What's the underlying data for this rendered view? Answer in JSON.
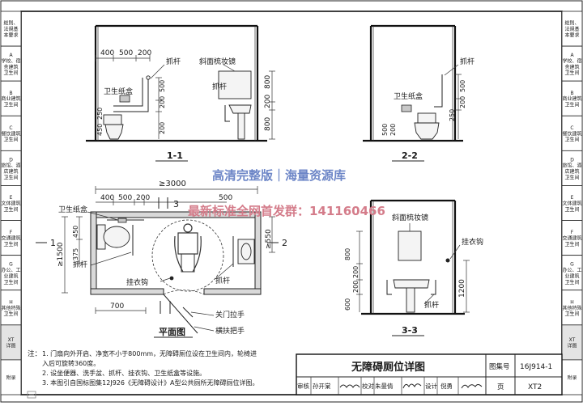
{
  "side_tabs": [
    {
      "lines": [
        "総則、",
        "法規基",
        "本要求"
      ]
    },
    {
      "lines": [
        "A",
        "学校、宿",
        "舎建筑",
        "卫生间"
      ]
    },
    {
      "lines": [
        "B",
        "商业建筑",
        "卫生间"
      ]
    },
    {
      "lines": [
        "C",
        "餐饮建筑",
        "卫生间"
      ]
    },
    {
      "lines": [
        "D",
        "旅馆、酒",
        "店建筑",
        "卫生间"
      ]
    },
    {
      "lines": [
        "E",
        "文体建筑",
        "卫生间"
      ]
    },
    {
      "lines": [
        "F",
        "交通建筑",
        "卫生间"
      ]
    },
    {
      "lines": [
        "G",
        "办公、工",
        "业建筑",
        "卫生间"
      ]
    },
    {
      "lines": [
        "H",
        "其他特殊",
        "卫生间"
      ]
    },
    {
      "lines": [
        "XT",
        "详图"
      ]
    },
    {
      "lines": [
        "附录"
      ]
    }
  ],
  "view_11": {
    "label": "1-1",
    "top_dims": [
      "400",
      "500",
      "200"
    ],
    "right_dims": [
      "800",
      "200",
      "800"
    ],
    "side_dims": [
      "500",
      "200",
      "250",
      "450",
      "200"
    ],
    "labels": {
      "grab_bar": "抓杆",
      "mirror": "斜面梳妆镜",
      "paper_box": "卫生纸盒",
      "grab_bar2": "抓杆"
    }
  },
  "view_22": {
    "label": "2-2",
    "side_dims": [
      "500",
      "250",
      "500",
      "200",
      "200"
    ],
    "labels": {
      "grab_bar": "抓杆",
      "paper_box": "卫生纸盒"
    }
  },
  "plan": {
    "label": "平面图",
    "dim_width": "≥3000",
    "top_dims": [
      "400",
      "500",
      "200",
      "500"
    ],
    "left_dims": [
      "≥1500",
      "450",
      "375"
    ],
    "right_dim": "≥550",
    "bottom_dim": "700",
    "section_marks": {
      "s1": "1",
      "s2": "2",
      "s3": "3"
    },
    "labels": {
      "paper_box": "卫生纸盒",
      "grab_bar_left": "抓杆",
      "hook": "挂衣钩",
      "grab_bar_right": "抓杆",
      "door_pull": "关门拉手",
      "handle": "横扶把手"
    }
  },
  "view_33": {
    "label": "3-3",
    "left_dims": [
      "800",
      "200",
      "600",
      "200"
    ],
    "right_dim": "1200",
    "labels": {
      "mirror": "斜面梳妆镜",
      "hook": "挂衣钩",
      "grab_bar": "抓杆"
    }
  },
  "watermarks": {
    "line1": "高清完整版｜海量资源库",
    "line2": "最新标准全网首发群：141160466"
  },
  "notes": {
    "heading": "注：",
    "items": [
      "1. 门扇向外开启、净宽不小于800mm，无障碍厕位设在卫生间内，轮椅进",
      "    入后可旋转360度。",
      "2. 设坐便器、洗手盆、抓杆、挂衣钩、卫生纸盒等设施。",
      "3. 本图引自国标图集12J926《无障碍设计》A型公共厕所无障碍厕位详图。"
    ]
  },
  "title_block": {
    "title": "无障碍厕位详图",
    "atlas_label": "图集号",
    "atlas_no": "16J914-1",
    "review": "审核",
    "reviewer": "孙开棠",
    "check": "校对",
    "checker": "朱曼倩",
    "design": "设计",
    "designer": "倪勇",
    "page_label": "页",
    "page_no": "XT2"
  }
}
